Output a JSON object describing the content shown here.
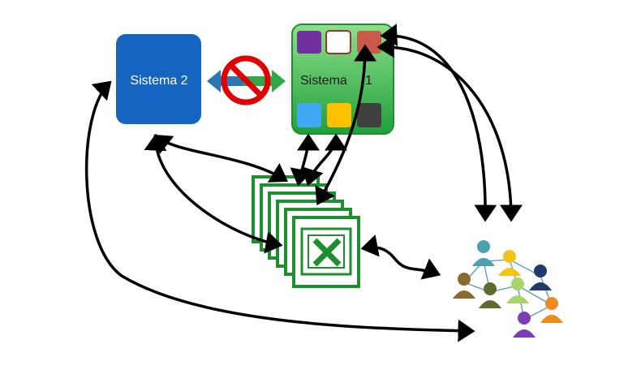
{
  "diagram": {
    "system2": {
      "label": "Sistema 2",
      "color": "#1565C0"
    },
    "system1": {
      "label": "Sistema",
      "suffix": "1",
      "color": "#29A845",
      "tile_colors": [
        "#7030A0",
        "#A0342B",
        "#C85A4A",
        "#3FA9F5",
        "#FFC000",
        "#404040"
      ]
    },
    "blocked_link": {
      "icon": "no-entry-icon",
      "arrow_color": "#2E75B6",
      "arrow_color_2": "#2EA84B",
      "sign_color": "#E00000"
    },
    "spreadsheets": {
      "icon": "excel-icon",
      "count": 6,
      "color": "#1E8F2E"
    },
    "people": {
      "icon": "people-network-icon",
      "colors": [
        "#4E9FB0",
        "#F2C418",
        "#1F3A6B",
        "#8B6A2E",
        "#5F6B2E",
        "#A9D36B",
        "#7A3FB5",
        "#F08A1E"
      ]
    },
    "arrow_color": "#000000"
  }
}
